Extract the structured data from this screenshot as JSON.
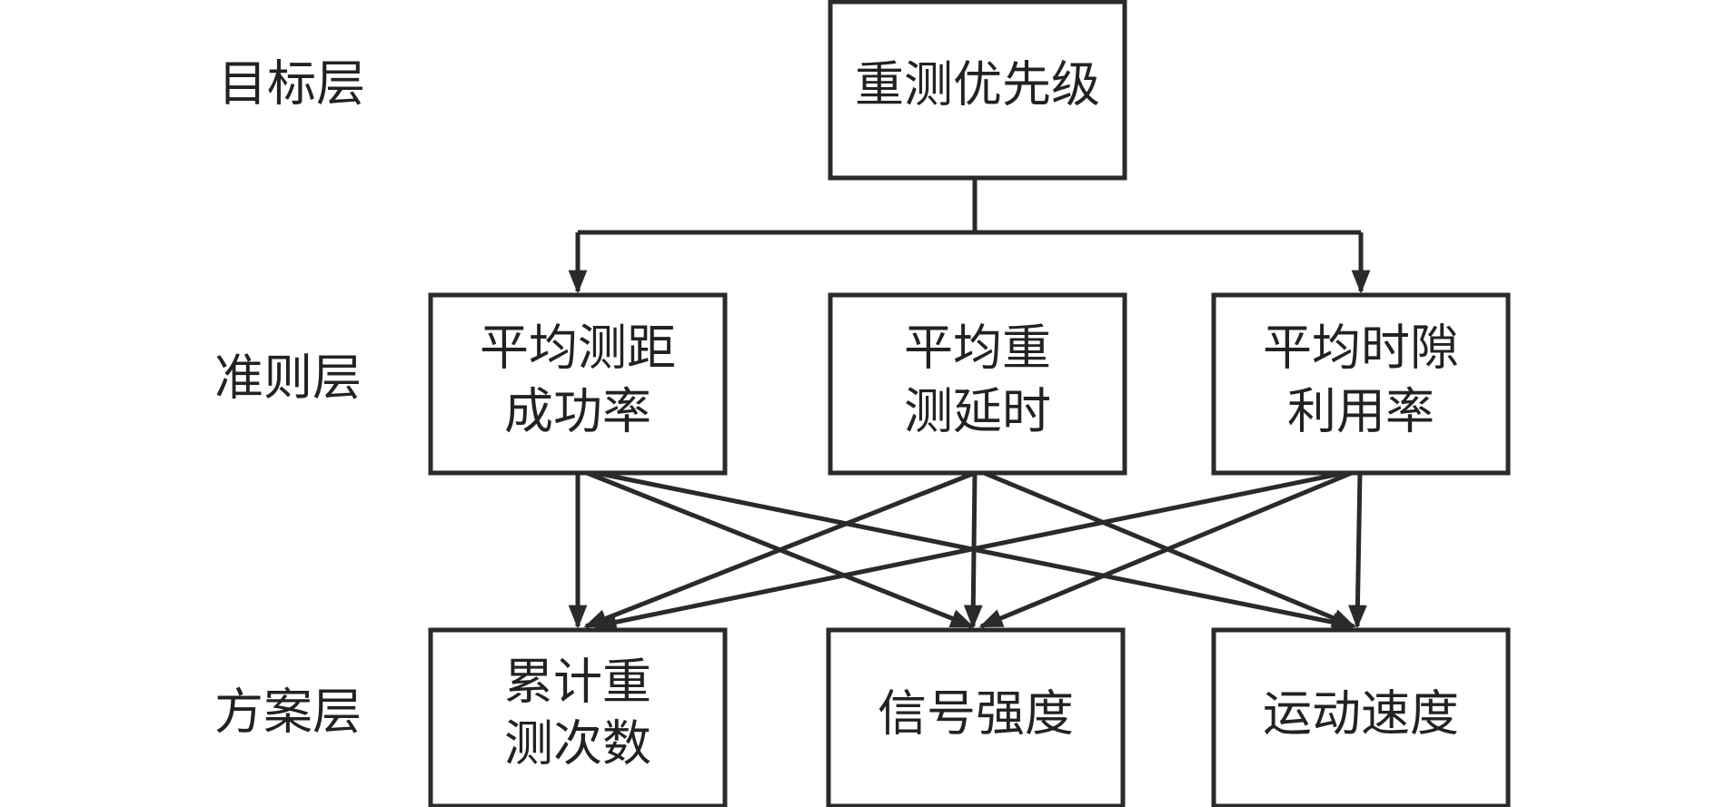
{
  "layers": {
    "goal": "目标层",
    "criteria": "准则层",
    "alternatives": "方案层"
  },
  "goal": {
    "lines": [
      "重测优先级"
    ]
  },
  "criteria": [
    {
      "lines": [
        "平均测距",
        "成功率"
      ]
    },
    {
      "lines": [
        "平均重",
        "测延时"
      ]
    },
    {
      "lines": [
        "平均时隙",
        "利用率"
      ]
    }
  ],
  "alternatives": [
    {
      "lines": [
        "累计重",
        "测次数"
      ]
    },
    {
      "lines": [
        "信号强度"
      ]
    },
    {
      "lines": [
        "运动速度"
      ]
    }
  ],
  "colors": {
    "stroke": "#2a2a2a",
    "text": "#222222"
  }
}
